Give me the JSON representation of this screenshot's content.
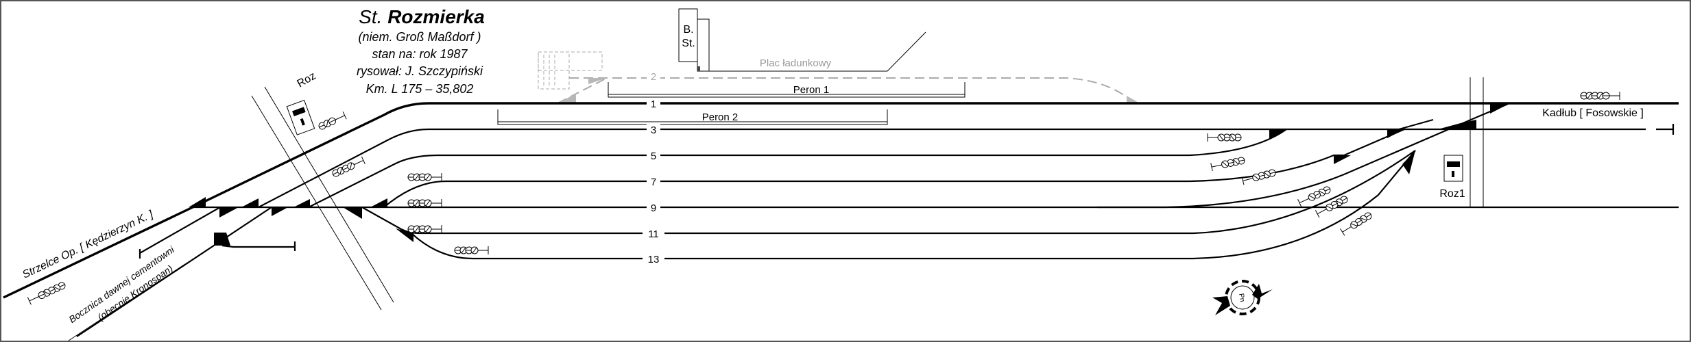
{
  "title": {
    "prefix": "St.",
    "name": "Rozmierka",
    "german": "(niem. Groß Maßdorf )",
    "state": "stan na: rok 1987",
    "author": "rysował: J. Szczypiński",
    "km": "Km. L 175 – 35,802"
  },
  "tracks": [
    "1",
    "2",
    "3",
    "5",
    "7",
    "9",
    "11",
    "13"
  ],
  "platforms": {
    "p1": "Peron 1",
    "p2": "Peron 2"
  },
  "building": {
    "line1": "B.",
    "line2": "St."
  },
  "loading_area": "Plac ładunkowy",
  "crossings": {
    "left": "Roz",
    "right": "Roz1"
  },
  "directions": {
    "left": "Strzelce Op. [ Kędzierzyn K. ]",
    "right": "Kadłub [ Fosowskie ]",
    "siding_line1": "Bocznica dawnej cementowni",
    "siding_line2": "(obecnie Kronospan)"
  },
  "compass_label": "Pn",
  "colors": {
    "track": "#000000",
    "disused": "#aaaaaa",
    "switch_disused": "#b8b8b8"
  }
}
